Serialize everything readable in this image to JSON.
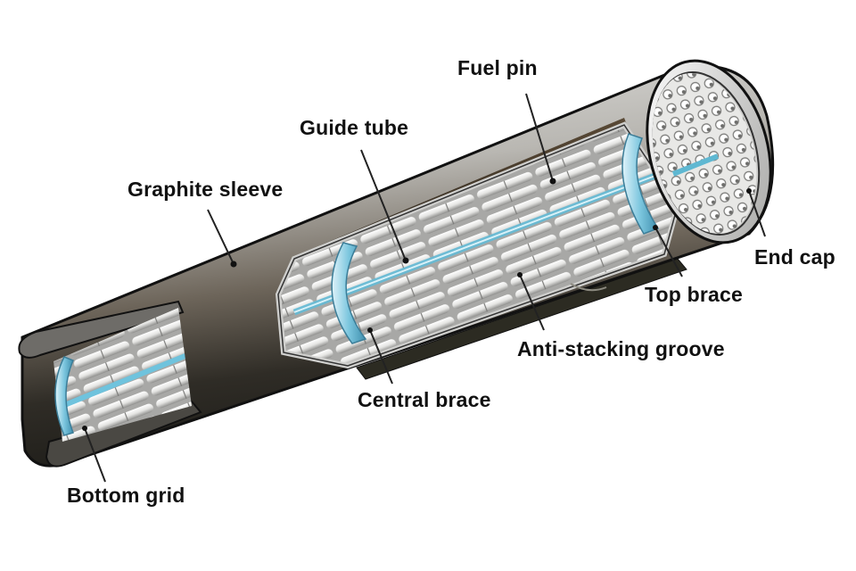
{
  "title": "Fuel element cutaway",
  "colors": {
    "graphite_light": "#d8d8d6",
    "graphite_mid": "#8d8b86",
    "graphite_dark": "#2b2a24",
    "pin_light": "#f2f2f0",
    "pin_shadow": "#9a9a98",
    "brace_blue": "#7cc6de",
    "guide_tube_blue": "#5fb8d2",
    "label_text": "#111111",
    "background": "#ffffff"
  },
  "labels": {
    "fuel_pin": "Fuel pin",
    "guide_tube": "Guide tube",
    "graphite_sleeve": "Graphite sleeve",
    "end_cap": "End cap",
    "top_brace": "Top brace",
    "anti_stacking_groove": "Anti-stacking groove",
    "central_brace": "Central brace",
    "bottom_grid": "Bottom grid"
  }
}
